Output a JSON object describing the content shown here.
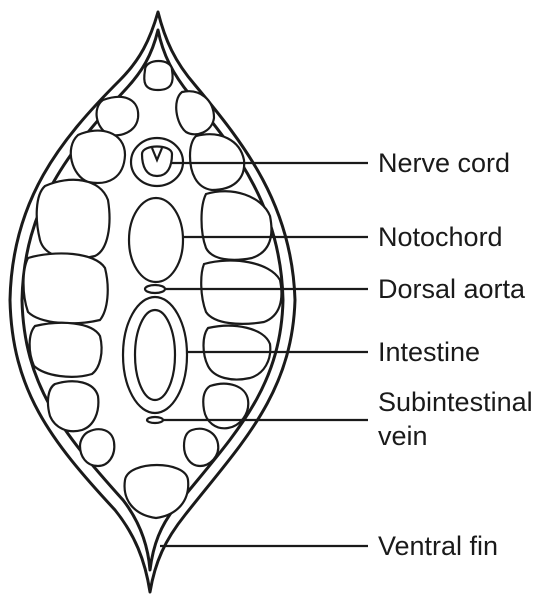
{
  "diagram": {
    "labels": {
      "nerve_cord": "Nerve cord",
      "notochord": "Notochord",
      "dorsal_aorta": "Dorsal aorta",
      "intestine": "Intestine",
      "subintestinal_vein_line1": "Subintestinal",
      "subintestinal_vein_line2": "vein",
      "ventral_fin": "Ventral fin"
    },
    "colors": {
      "ink": "#1a1a1a",
      "background": "#ffffff"
    }
  }
}
